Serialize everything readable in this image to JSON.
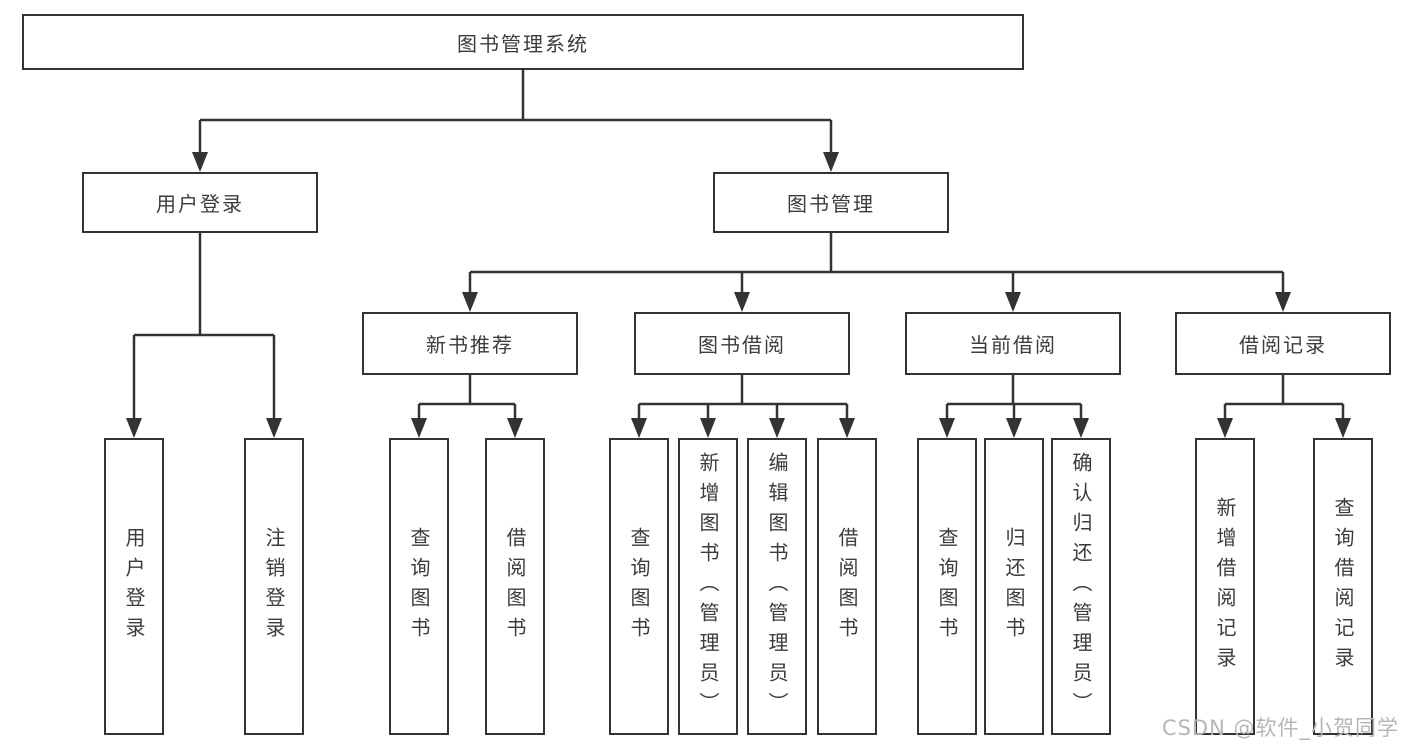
{
  "colors": {
    "background": "#ffffff",
    "line": "#333333",
    "box-border": "#333333",
    "text": "#3c3c3c",
    "watermark-color": "#b4b7ba"
  },
  "watermark": {
    "text": "CSDN @软件_小贺同学"
  },
  "diagram": {
    "root": {
      "label": "图书管理系统"
    },
    "children": [
      {
        "label": "用户登录",
        "children": [
          {
            "label": "用户登录"
          },
          {
            "label": "注销登录"
          }
        ]
      },
      {
        "label": "图书管理",
        "children": [
          {
            "label": "新书推荐",
            "children": [
              {
                "label": "查询图书"
              },
              {
                "label": "借阅图书"
              }
            ]
          },
          {
            "label": "图书借阅",
            "children": [
              {
                "label": "查询图书"
              },
              {
                "label": "新增图书（管理员）"
              },
              {
                "label": "编辑图书（管理员）"
              },
              {
                "label": "借阅图书"
              }
            ]
          },
          {
            "label": "当前借阅",
            "children": [
              {
                "label": "查询图书"
              },
              {
                "label": "归还图书"
              },
              {
                "label": "确认归还（管理员）"
              }
            ]
          },
          {
            "label": "借阅记录",
            "children": [
              {
                "label": "新增借阅记录"
              },
              {
                "label": "查询借阅记录"
              }
            ]
          }
        ]
      }
    ]
  }
}
